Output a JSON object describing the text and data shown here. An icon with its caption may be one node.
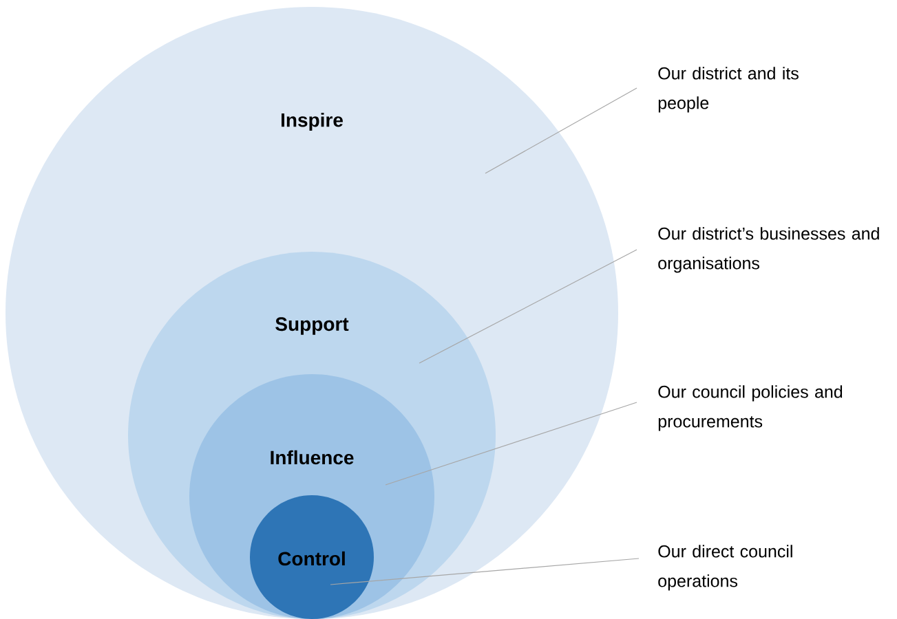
{
  "diagram": {
    "nodes": [
      {
        "text": [
          "Inspire"
        ]
      },
      {
        "text": [
          "Support"
        ],
        "in": 0
      },
      {
        "text": [
          "Influence"
        ],
        "in": 1
      },
      {
        "text": [
          "Control"
        ],
        "in": 2
      },
      {
        "text": [
          "Our district and its people"
        ]
      },
      {
        "text": [
          "Our district’s businesses and organisations"
        ]
      },
      {
        "text": [
          "Our council policies and procurements"
        ]
      },
      {
        "text": [
          "Our direct council operations"
        ]
      }
    ],
    "edges": [
      {
        "from": 4,
        "to": 0,
        "arrow": "none"
      },
      {
        "from": 5,
        "to": 1,
        "arrow": "none"
      },
      {
        "from": 6,
        "to": 2,
        "arrow": "none"
      },
      {
        "from": 7,
        "to": 3,
        "arrow": "none"
      }
    ]
  }
}
